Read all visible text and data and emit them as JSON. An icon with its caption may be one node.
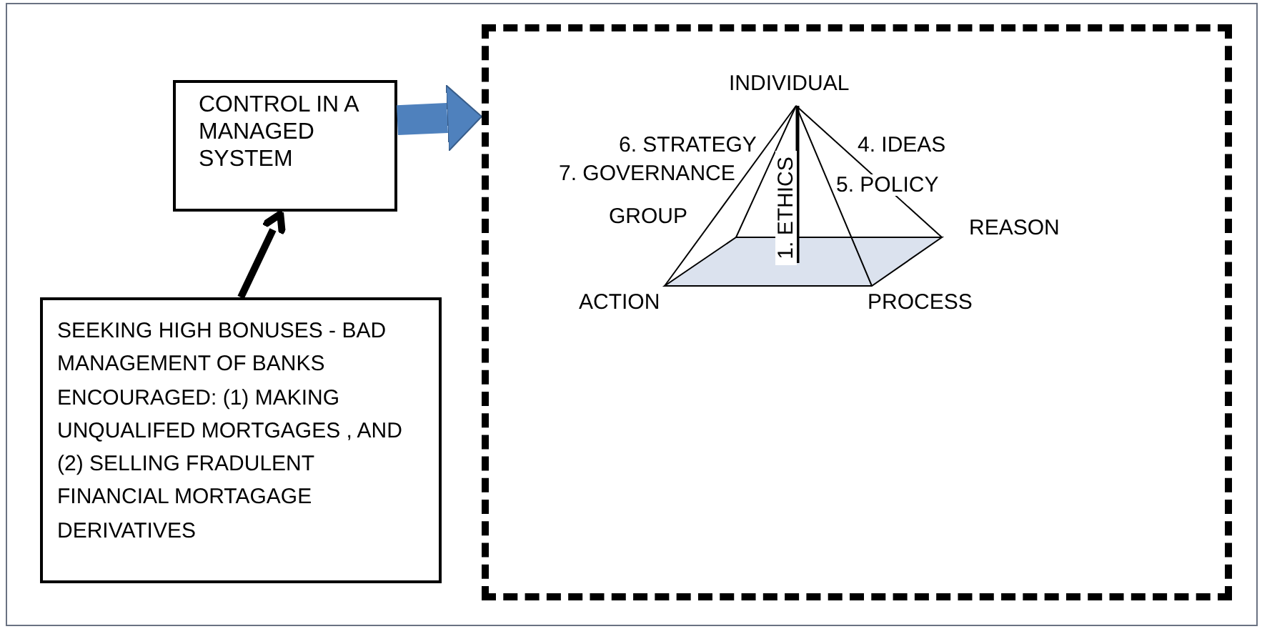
{
  "diagram": {
    "nodes": [
      {
        "text": [
          "CONTROL IN A MANAGED SYSTEM"
        ]
      },
      {
        "text": [],
        "shape": "box"
      },
      {
        "text": [
          "SEEKING HIGH BONUSES - BAD MANAGEMENT OF BANKS ENCOURAGED: (1) MAKING UNQUALIFED MORTGAGES , AND (2) SELLING FRADULENT FINANCIAL MORTAGAGE DERIVATIVES"
        ]
      }
    ],
    "edges": [
      {
        "from": 2,
        "to": 0,
        "arrow": "to"
      },
      {
        "from": 0,
        "to": 1,
        "arrow": "to",
        "style": "thick",
        "color": "#4f81bd"
      }
    ],
    "labels": [
      "INDIVIDUAL",
      "6. STRATEGY",
      "7. GOVERNANCE",
      "GROUP",
      "1. ETHICS",
      "4. IDEAS",
      "5. POLICY",
      "REASON",
      "ACTION",
      "PROCESS"
    ]
  }
}
